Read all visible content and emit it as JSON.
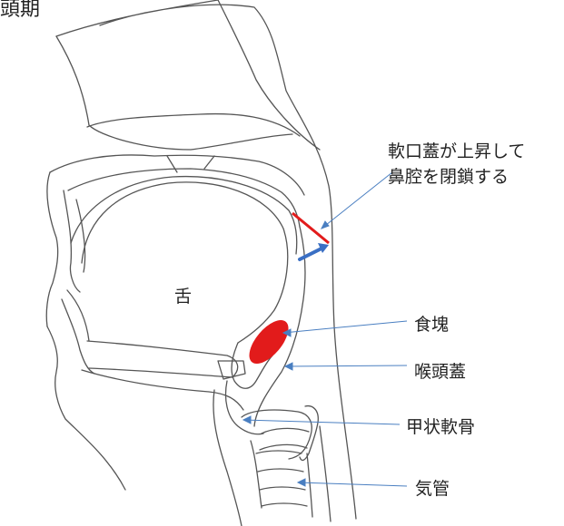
{
  "title": "頭期",
  "labels": {
    "soft_palate_line1": "軟口蓋が上昇して",
    "soft_palate_line2": "鼻腔を閉鎖する",
    "tongue": "舌",
    "bolus": "食塊",
    "epiglottis": "喉頭蓋",
    "thyroid_cartilage": "甲状軟骨",
    "trachea": "気管"
  },
  "colors": {
    "outline": "#555555",
    "pointer": "#4a7fc1",
    "bolus": "#e21b1b",
    "closure_line": "#e21b1b",
    "soft_palate_arrow": "#3a6fc4"
  }
}
